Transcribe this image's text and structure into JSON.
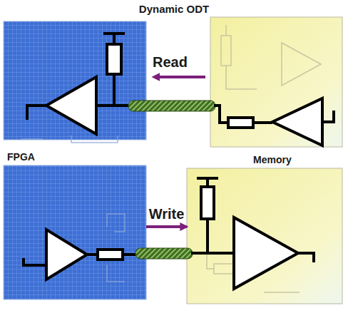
{
  "diagram": {
    "title": "Dynamic ODT",
    "nodes": [
      {
        "text": [
          "FPGA"
        ]
      },
      {
        "text": [
          "Memory"
        ]
      }
    ],
    "edges": [
      {
        "from": 0,
        "to": 1,
        "arrow": "to",
        "label": "Write"
      }
    ],
    "labels": [
      "Read"
    ]
  }
}
